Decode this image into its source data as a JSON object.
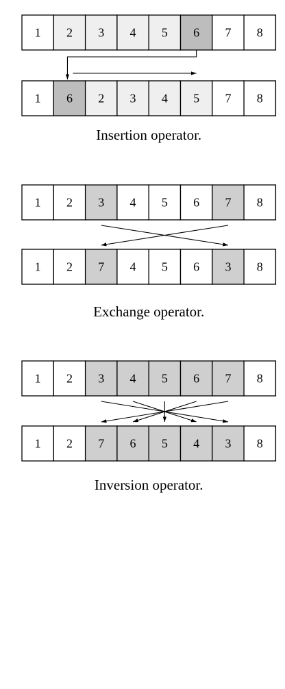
{
  "colors": {
    "highlight": "#bdbdbd",
    "light_gray": "#efefef",
    "medium_gray": "#cfcfcf",
    "white": "#ffffff",
    "line": "#000000"
  },
  "operators": [
    {
      "id": "insertion",
      "caption": "Insertion operator.",
      "before": [
        {
          "label": "1",
          "shade": "white"
        },
        {
          "label": "2",
          "shade": "light_gray"
        },
        {
          "label": "3",
          "shade": "light_gray"
        },
        {
          "label": "4",
          "shade": "light_gray"
        },
        {
          "label": "5",
          "shade": "light_gray"
        },
        {
          "label": "6",
          "shade": "highlight"
        },
        {
          "label": "7",
          "shade": "white"
        },
        {
          "label": "8",
          "shade": "white"
        }
      ],
      "after": [
        {
          "label": "1",
          "shade": "white"
        },
        {
          "label": "6",
          "shade": "highlight"
        },
        {
          "label": "2",
          "shade": "light_gray"
        },
        {
          "label": "3",
          "shade": "light_gray"
        },
        {
          "label": "4",
          "shade": "light_gray"
        },
        {
          "label": "5",
          "shade": "light_gray"
        },
        {
          "label": "7",
          "shade": "white"
        },
        {
          "label": "8",
          "shade": "white"
        }
      ],
      "moves": [
        {
          "from": 5,
          "to": 1,
          "style": "elbow"
        },
        {
          "from": 1,
          "to": 5,
          "style": "shift"
        }
      ]
    },
    {
      "id": "exchange",
      "caption": "Exchange operator.",
      "before": [
        {
          "label": "1",
          "shade": "white"
        },
        {
          "label": "2",
          "shade": "white"
        },
        {
          "label": "3",
          "shade": "medium_gray"
        },
        {
          "label": "4",
          "shade": "white"
        },
        {
          "label": "5",
          "shade": "white"
        },
        {
          "label": "6",
          "shade": "white"
        },
        {
          "label": "7",
          "shade": "medium_gray"
        },
        {
          "label": "8",
          "shade": "white"
        }
      ],
      "after": [
        {
          "label": "1",
          "shade": "white"
        },
        {
          "label": "2",
          "shade": "white"
        },
        {
          "label": "7",
          "shade": "medium_gray"
        },
        {
          "label": "4",
          "shade": "white"
        },
        {
          "label": "5",
          "shade": "white"
        },
        {
          "label": "6",
          "shade": "white"
        },
        {
          "label": "3",
          "shade": "medium_gray"
        },
        {
          "label": "8",
          "shade": "white"
        }
      ],
      "moves": [
        {
          "from": 2,
          "to": 6,
          "style": "cross"
        },
        {
          "from": 6,
          "to": 2,
          "style": "cross"
        }
      ]
    },
    {
      "id": "inversion",
      "caption": "Inversion operator.",
      "before": [
        {
          "label": "1",
          "shade": "white"
        },
        {
          "label": "2",
          "shade": "white"
        },
        {
          "label": "3",
          "shade": "medium_gray"
        },
        {
          "label": "4",
          "shade": "medium_gray"
        },
        {
          "label": "5",
          "shade": "medium_gray"
        },
        {
          "label": "6",
          "shade": "medium_gray"
        },
        {
          "label": "7",
          "shade": "medium_gray"
        },
        {
          "label": "8",
          "shade": "white"
        }
      ],
      "after": [
        {
          "label": "1",
          "shade": "white"
        },
        {
          "label": "2",
          "shade": "white"
        },
        {
          "label": "7",
          "shade": "medium_gray"
        },
        {
          "label": "6",
          "shade": "medium_gray"
        },
        {
          "label": "5",
          "shade": "medium_gray"
        },
        {
          "label": "4",
          "shade": "medium_gray"
        },
        {
          "label": "3",
          "shade": "medium_gray"
        },
        {
          "label": "8",
          "shade": "white"
        }
      ],
      "moves": [
        {
          "from": 2,
          "to": 6,
          "style": "cross"
        },
        {
          "from": 3,
          "to": 5,
          "style": "cross"
        },
        {
          "from": 4,
          "to": 4,
          "style": "cross"
        },
        {
          "from": 5,
          "to": 3,
          "style": "cross"
        },
        {
          "from": 6,
          "to": 2,
          "style": "cross"
        }
      ]
    }
  ]
}
